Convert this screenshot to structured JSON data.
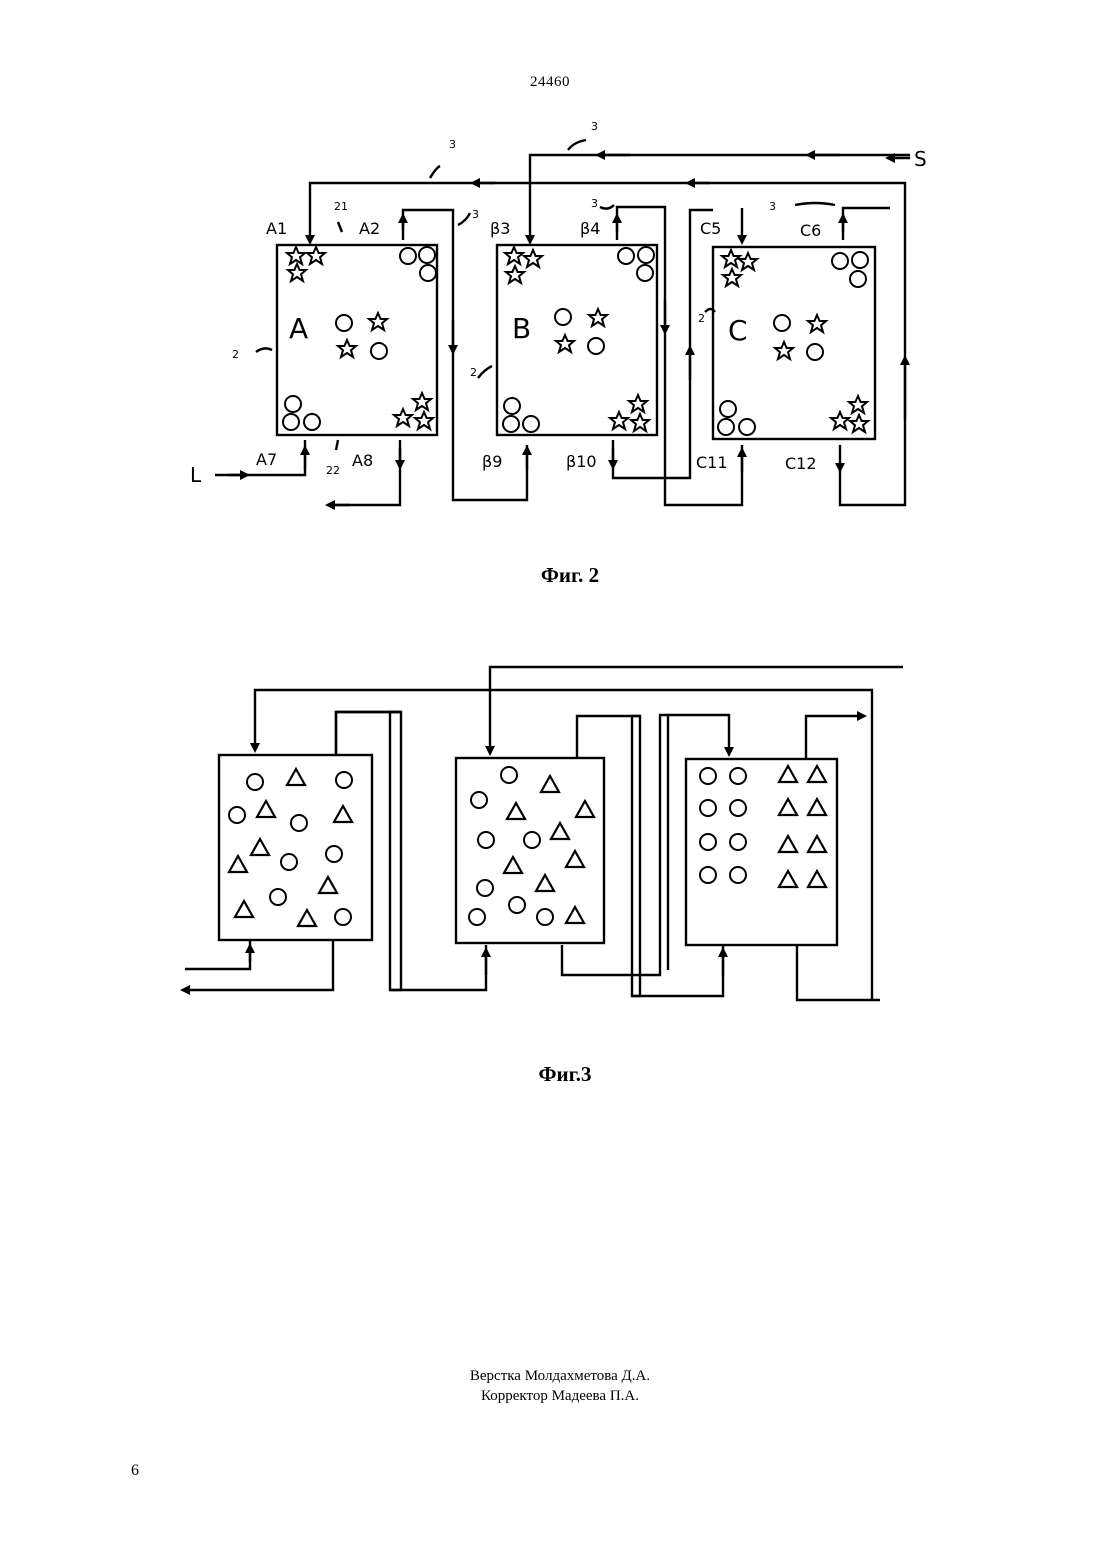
{
  "header": {
    "doc_number": "24460"
  },
  "figure2": {
    "caption": "Фиг. 2",
    "vessels": [
      {
        "name": "A",
        "ports": {
          "top_in": "A1",
          "top_out": "A2",
          "bottom_in": "A7",
          "bottom_out": "A8"
        }
      },
      {
        "name": "B",
        "ports": {
          "top_in": "β3",
          "top_out": "β4",
          "bottom_in": "β9",
          "bottom_out": "β10"
        }
      },
      {
        "name": "C",
        "ports": {
          "top_in": "C5",
          "top_out": "C6",
          "bottom_in": "C11",
          "bottom_out": "C12"
        }
      }
    ],
    "stream_labels": {
      "feed": "L",
      "solvent": "S"
    },
    "ref_numerals": {
      "pipe": "3",
      "vessel": "2",
      "upper": "21",
      "lower": "22"
    }
  },
  "figure3": {
    "caption": "Фиг.3"
  },
  "footer": {
    "layout_by": "Верстка Молдахметова Д.А.",
    "corrector": "Корректор Мадеева П.А.",
    "page_number": "6"
  }
}
